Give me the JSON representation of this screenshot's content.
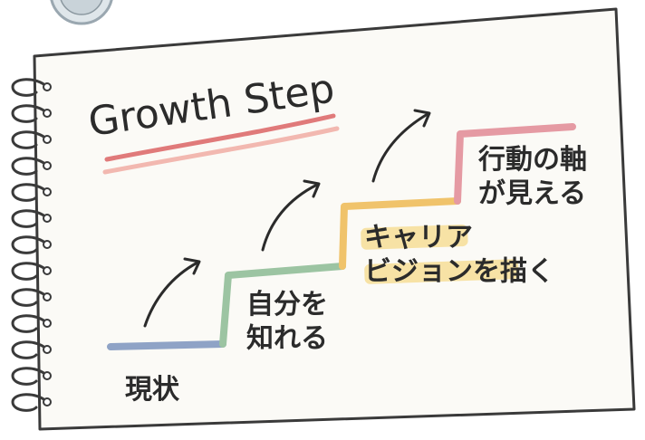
{
  "title": "Growth Step",
  "steps": [
    {
      "label": "現状",
      "color": "#8fa3c6"
    },
    {
      "label": "自分を\n知れる",
      "color": "#9cc4a2"
    },
    {
      "label": "キャリア\nビジョンを描く",
      "color": "#f0c36b"
    },
    {
      "label": "行動の軸\nが見える",
      "color": "#e59aa3"
    }
  ],
  "colors": {
    "title_underline_1": "#e07a7a",
    "title_underline_2": "#f2b8b0",
    "label_highlight": "#f5d98a",
    "paper": "#fbfaf6",
    "ink": "#2b2b2b"
  }
}
